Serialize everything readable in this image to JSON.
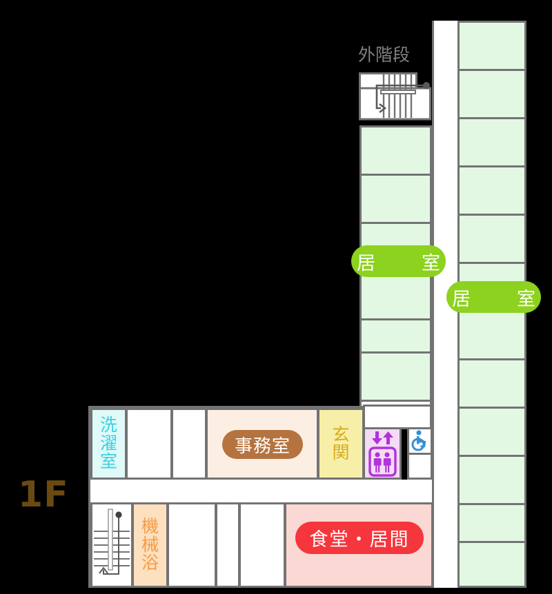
{
  "floor": {
    "label": "1F",
    "label_color": "#6b4a12"
  },
  "title_labels": {
    "outdoor_stair": "外階段",
    "outdoor_stair_color": "#808080"
  },
  "room_labels": [
    {
      "name": "kyoshitsu-wing-middle",
      "text": "居　室",
      "style": "pill",
      "color": "#8cd21e"
    },
    {
      "name": "kyoshitsu-wing-right",
      "text": "居　室",
      "style": "pill",
      "color": "#8cd21e"
    },
    {
      "name": "jimushitsu",
      "text": "事務室",
      "style": "pill",
      "color": "#b5733f"
    },
    {
      "name": "shokudo-ima",
      "text": "食堂・居間",
      "style": "pill",
      "color": "#f5363c"
    },
    {
      "name": "sentakushitsu",
      "text": "洗濯室",
      "style": "vertical",
      "color": "#3ad2e0"
    },
    {
      "name": "genkan",
      "text": "玄関",
      "style": "vertical",
      "color": "#d8ab1b"
    },
    {
      "name": "kikaiyoku",
      "text": "機械浴",
      "style": "vertical",
      "color": "#f79a45"
    }
  ],
  "vertical_text": {
    "sentakushitsu": [
      "洗",
      "濯",
      "室"
    ],
    "genkan": [
      "玄",
      "関"
    ],
    "kikaiyoku": [
      "機",
      "械",
      "浴"
    ]
  },
  "pills": {
    "kyoshitsu_middle": "居　室",
    "kyoshitsu_right": "居　室",
    "jimushitsu": "事務室",
    "shokudo_ima": "食堂・居間"
  },
  "icons": [
    {
      "name": "elevator-icon",
      "semantic": "elevator",
      "color": "#b233d9",
      "background": "#f4dcf4"
    },
    {
      "name": "wheelchair-accessible-icon",
      "semantic": "accessible-toilet",
      "color": "#3390d9",
      "background": "#ffffff"
    },
    {
      "name": "outdoor-stair-icon",
      "semantic": "switchback-stair-down",
      "color": "#737373",
      "background": "#ffffff"
    },
    {
      "name": "indoor-stair-icon",
      "semantic": "stair-up",
      "color": "#737373",
      "background": "#ffffff"
    }
  ],
  "palette": {
    "background": "#000000",
    "wall": "#737373",
    "room_green": "#e2f8e2",
    "room_white": "#ffffff",
    "room_peach": "#fceee2",
    "room_yellow": "#f7efa8",
    "room_pink": "#fad8d4",
    "room_lilac": "#f4dcf4",
    "room_cyan": "#e0f9f9",
    "room_orange": "#fce0bf"
  },
  "room_counts": {
    "middle_wing_green_rooms": 6,
    "right_wing_green_rooms": 12,
    "bottom_upper_row_cells": 6,
    "bottom_lower_row_cells": 6
  }
}
